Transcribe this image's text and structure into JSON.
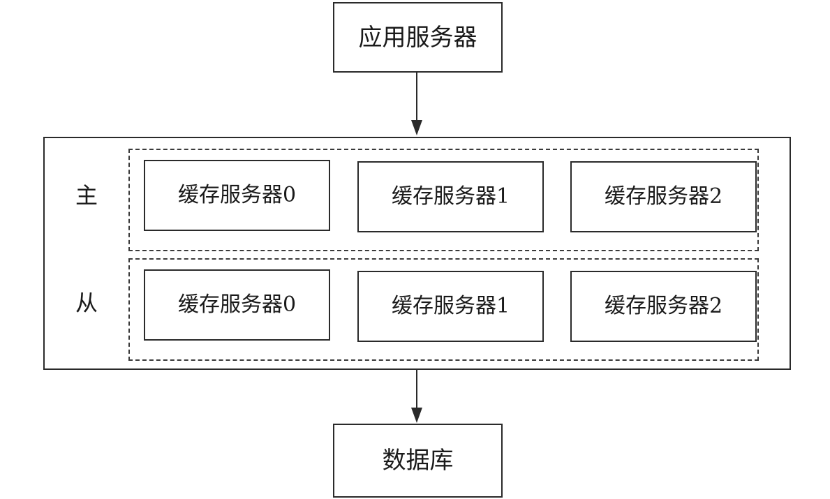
{
  "app_server": {
    "label": "应用服务器"
  },
  "database": {
    "label": "数据库"
  },
  "cache_cluster": {
    "groups": [
      {
        "role": "主",
        "nodes": [
          {
            "label": "缓存服务器0"
          },
          {
            "label": "缓存服务器1"
          },
          {
            "label": "缓存服务器2"
          }
        ]
      },
      {
        "role": "从",
        "nodes": [
          {
            "label": "缓存服务器0"
          },
          {
            "label": "缓存服务器1"
          },
          {
            "label": "缓存服务器2"
          }
        ]
      }
    ]
  },
  "colors": {
    "stroke": "#2a2a2a",
    "text": "#1a1a1a",
    "background": "#ffffff"
  }
}
